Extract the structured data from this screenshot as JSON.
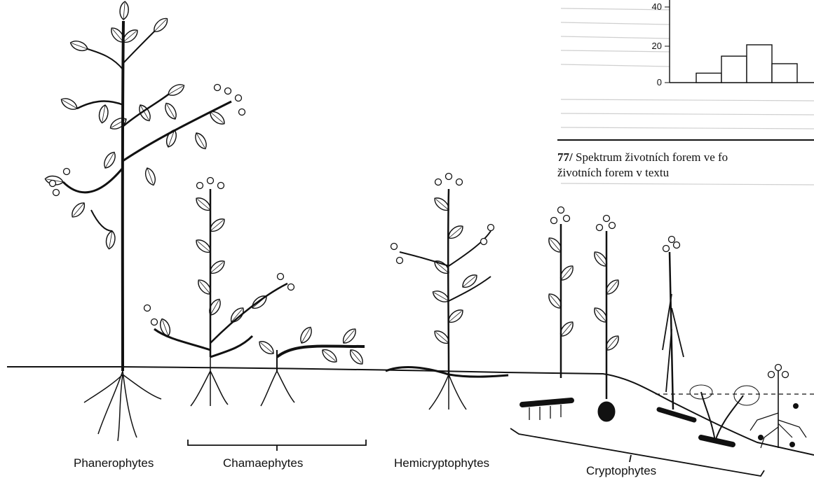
{
  "labels": {
    "phanerophytes": "Phanerophytes",
    "chamaephytes": "Chamaephytes",
    "hemicryptophytes": "Hemicryptophytes",
    "cryptophytes": "Cryptophytes"
  },
  "inset_chart": {
    "y_ticks": [
      "0",
      "20",
      "40"
    ]
  },
  "chart_data": {
    "type": "bar",
    "ylim": [
      0,
      50
    ],
    "categories": [
      "",
      "",
      "",
      "",
      ""
    ],
    "values": [
      5,
      14,
      20,
      10,
      0
    ]
  },
  "caption": {
    "number": "77/",
    "line1": "Spektrum životních forem ve fo",
    "line2": "životních forem v textu"
  },
  "colors": {
    "ink": "#111111",
    "paper": "#ffffff",
    "faded_text": "#c8c8c8"
  }
}
